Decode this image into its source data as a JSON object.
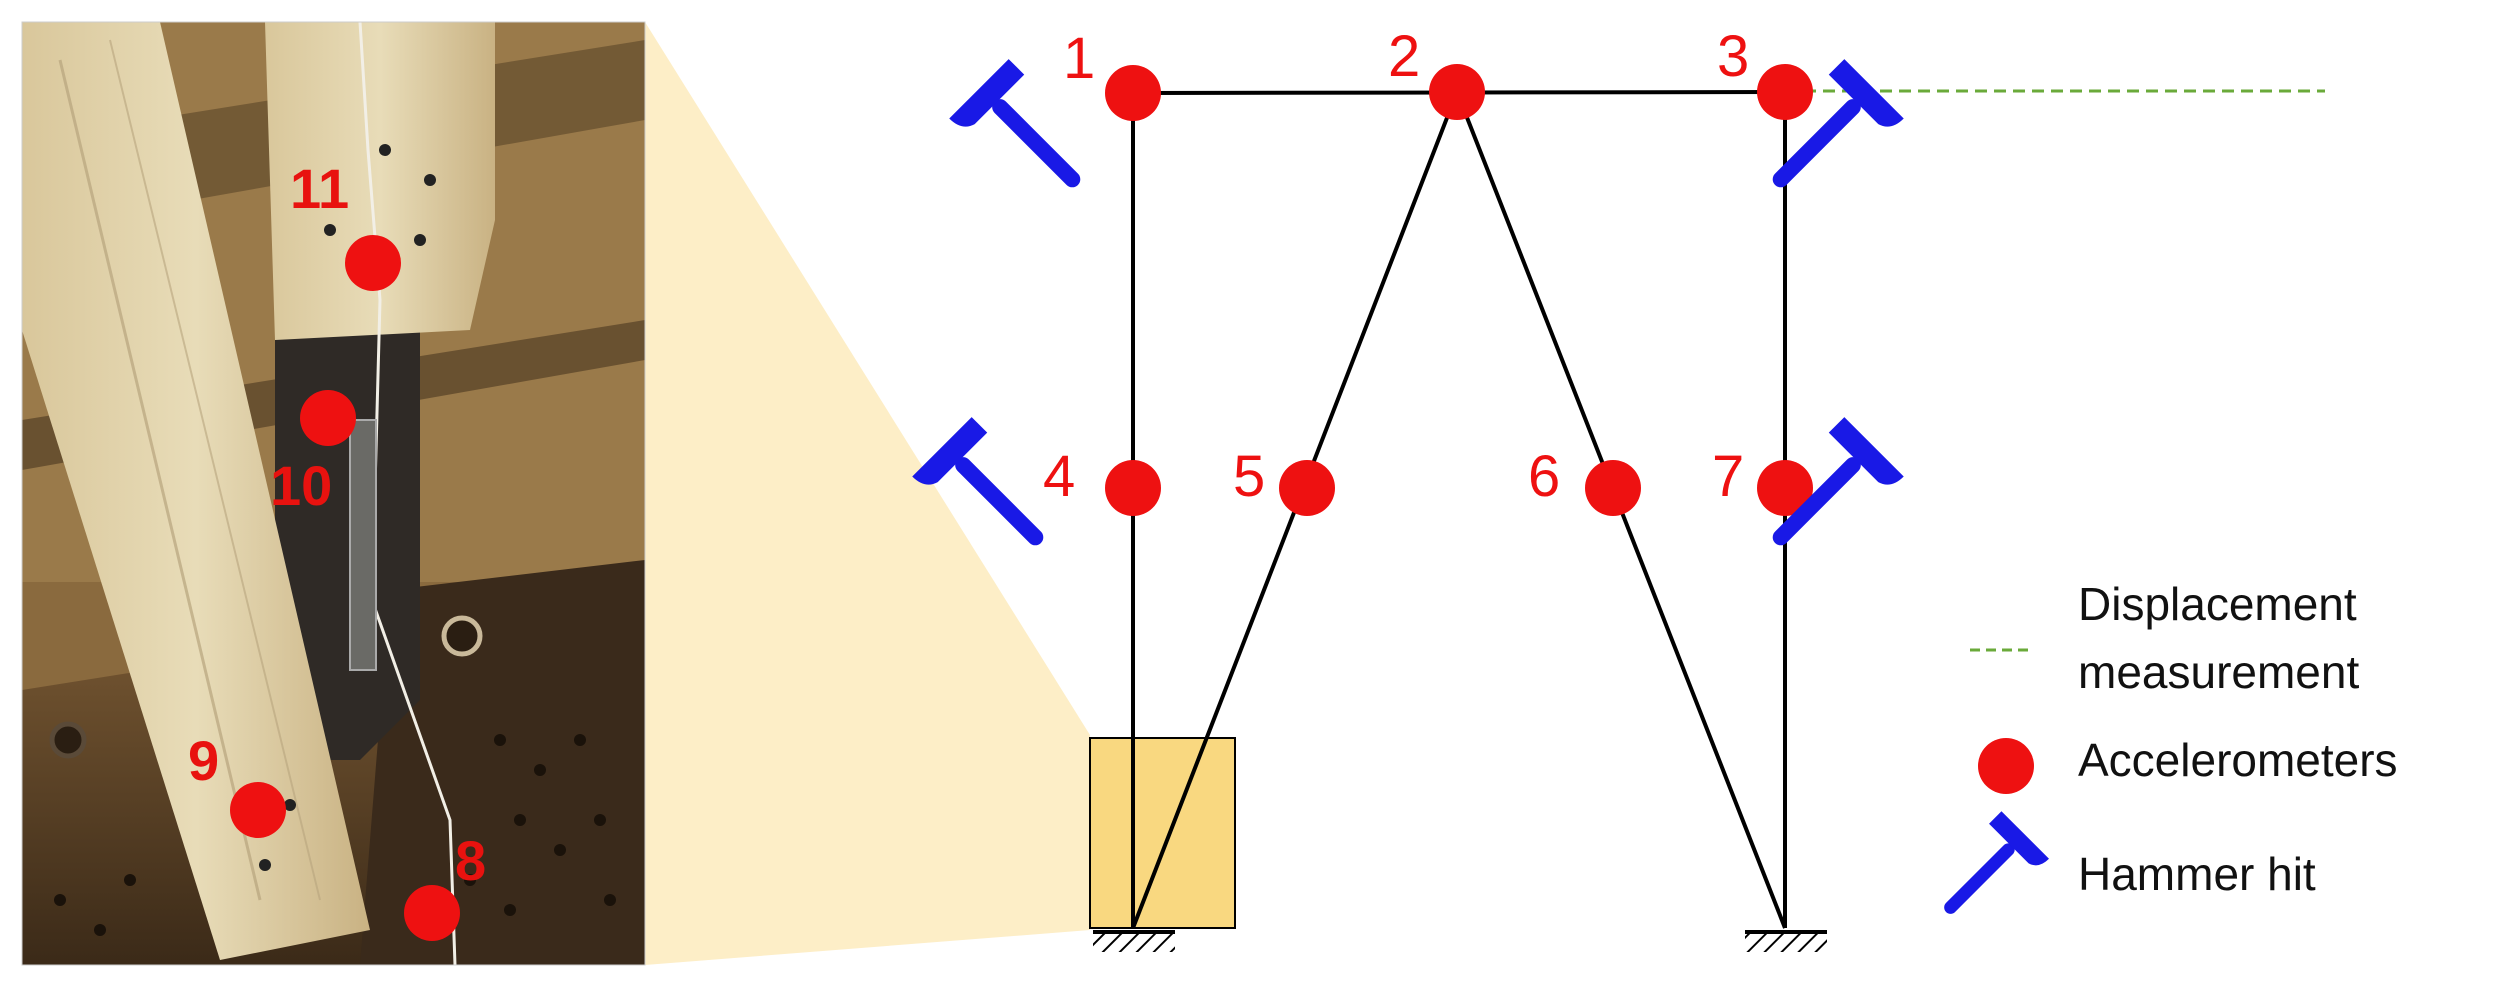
{
  "colors": {
    "accelerometer": "#ee1111",
    "hammer": "#1919e6",
    "displacement": "#6aaa3a",
    "frame": "#000000",
    "zoom_highlight": "#f9d880",
    "zoom_wedge": "#fdeec7"
  },
  "photo": {
    "description_icon": "photo",
    "labels": [
      "11",
      "10",
      "9",
      "8"
    ]
  },
  "frame": {
    "node_labels": [
      "1",
      "2",
      "3",
      "4",
      "5",
      "6",
      "7"
    ]
  },
  "legend": {
    "displacement_line1": "Displacement",
    "displacement_line2": "measurement",
    "accelerometers": "Accelerometers",
    "hammer": "Hammer hit"
  }
}
